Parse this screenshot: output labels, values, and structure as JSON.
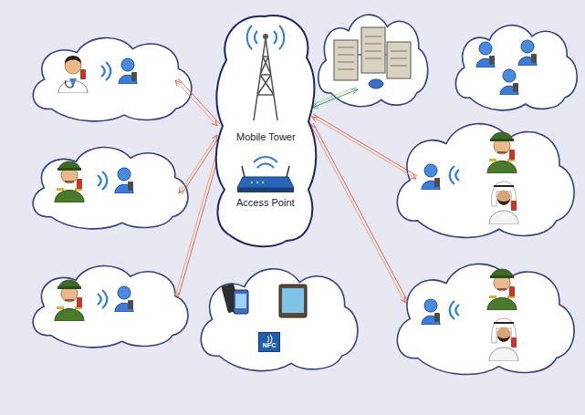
{
  "diagram": {
    "nodes": [
      {
        "text": [
          "Mobile Tower",
          "Access Point"
        ]
      },
      {
        "text": [
          "NFC"
        ]
      }
    ]
  }
}
